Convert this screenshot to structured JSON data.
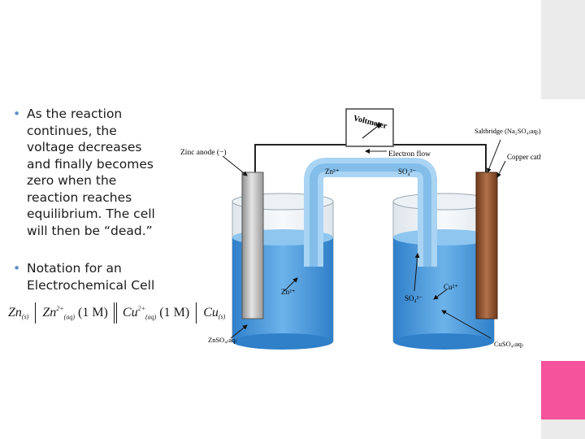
{
  "bullets": [
    "As the reaction continues, the voltage decreases and finally becomes zero when the reaction reaches equilibrium. The cell will then be “dead.”",
    "Notation for an Electrochemical Cell"
  ],
  "notation": {
    "zn": "Zn",
    "zn_sub": "(s)",
    "zn2": "Zn",
    "zn2_sup": "2+",
    "zn2_sub": "(aq)",
    "conc1": "(1 M)",
    "cu2": "Cu",
    "cu2_sup": "2+",
    "cu2_sub": "(aq)",
    "conc2": "(1 M)",
    "cu": "Cu",
    "cu_sub": "(s)"
  },
  "diagram": {
    "voltmeter": "Voltmeter",
    "zinc_anode": "Zinc anode (−)",
    "electron_flow": "Electron flow",
    "salt_bridge": "Saltbridge (Na₂SO₄₍aq₎)",
    "copper_cathode": "Copper cathode (+)",
    "zn2_bridge": "Zn²⁺",
    "so4_bridge": "SO₄²⁻",
    "zn2_left": "Zn²⁺",
    "so4_right": "SO₄²⁻",
    "cu2_right": "Cu²⁺",
    "znso4": "ZnSO₄₍aq₎",
    "cuso4": "CuSO₄₍aq₎"
  },
  "colors": {
    "bullet": "#5a8cc4",
    "accent_pink": "#f5539b",
    "solution": "#3d8fd6",
    "zinc": "#b8b8b8",
    "copper": "#8a4f2c"
  }
}
